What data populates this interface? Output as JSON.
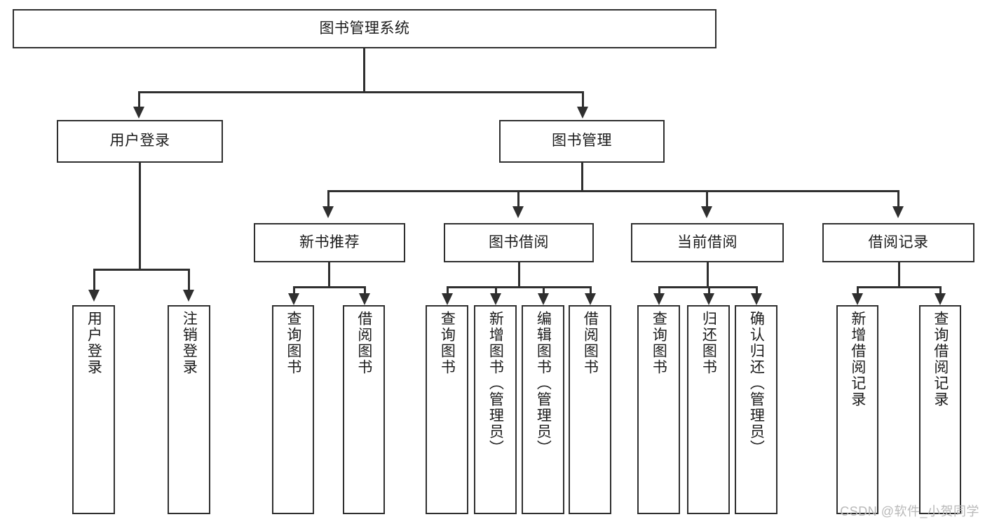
{
  "diagram": {
    "type": "tree-hierarchy",
    "title": "图书管理系统",
    "watermark": "CSDN @软件_小贺同学",
    "colors": {
      "stroke": "#2f2f2f",
      "fill": "#ffffff",
      "text": "#1b1b1b",
      "watermark": "#b9b9b9"
    },
    "root": {
      "label": "图书管理系统"
    },
    "level1": [
      {
        "label": "用户登录"
      },
      {
        "label": "图书管理"
      }
    ],
    "level2": [
      {
        "label": "新书推荐"
      },
      {
        "label": "图书借阅"
      },
      {
        "label": "当前借阅"
      },
      {
        "label": "借阅记录"
      }
    ],
    "leaves": {
      "user_login": [
        {
          "label": "用户登录"
        },
        {
          "label": "注销登录"
        }
      ],
      "new_book_recommend": [
        {
          "label": "查询图书"
        },
        {
          "label": "借阅图书"
        }
      ],
      "book_borrow": [
        {
          "label": "查询图书"
        },
        {
          "label": "新增图书（管理员）"
        },
        {
          "label": "编辑图书（管理员）"
        },
        {
          "label": "借阅图书"
        }
      ],
      "current_borrow": [
        {
          "label": "查询图书"
        },
        {
          "label": "归还图书"
        },
        {
          "label": "确认归还（管理员）"
        }
      ],
      "borrow_record": [
        {
          "label": "新增借阅记录"
        },
        {
          "label": "查询借阅记录"
        }
      ]
    }
  }
}
